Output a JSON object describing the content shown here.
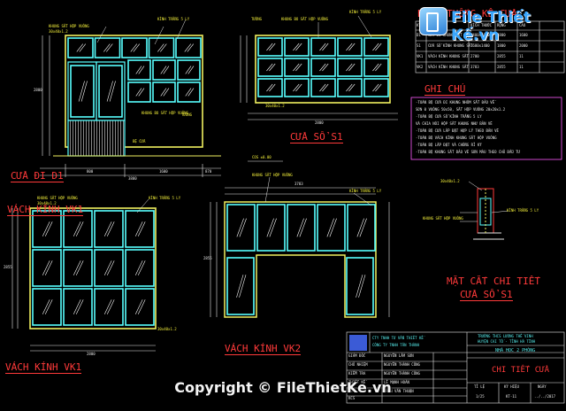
{
  "titles": {
    "door_d1": "CỬA ĐI D1",
    "window_s1": "CỬA SỔ S1",
    "partition_vk1": "VÁCH KÍNH VK1",
    "partition_vk2": "VÁCH KÍNH VK2",
    "section_detail_line1": "MẶT CẮT CHI TIẾT",
    "section_detail_line2": "CỬA SỔ S1",
    "table_title": "BẢNG THỐNG KÊ CỬA",
    "notes_title": "GHI CHÚ"
  },
  "labels": {
    "steel_frame": "KHUNG SẮT HỘP VUÔNG",
    "steel_box": "KHUNG BO SẮT HỘP VUÔNG",
    "glass_5ly": "KÍNH TRẮNG 5 LY",
    "wall": "TƯỜNG",
    "frame_size": "30x40x1.2",
    "sill": "BỆ CỬA"
  },
  "notes": [
    "-TOÀN BỘ CỬA ĐI KHUNG NHÔM SẮT ĐẢO VẾ",
    " SƠN 0 VUÔNG 50x50, SẮT HỘP VUÔNG 20x20x1.2",
    "-TOÀN BỘ CỬA SỔ KÍNH TRẮNG 5 LY",
    " VÀ CHIA NÓI HỘP SẮT KHUNG NHƯ BẢN VẼ",
    "-TOÀN BỘ CỬA LẮP ĐẶT HỢP LÝ THEO BẢN VẼ",
    "-TOÀN BỘ VÁCH KÍNH KHUNG SẮT HỘP VUÔNG",
    "-TOÀN BỘ LẮP ĐẶT VÀ CHỐNG RỈ KỸ",
    "-TOÀN BỘ KHUNG SẮT ĐẢO VẼ SƠN MÀU THEO CHỦ ĐẦU TƯ"
  ],
  "stat_table": {
    "headers": [
      "KÝ HIỆU",
      "LOẠI CỬA",
      "KÍCH THƯỚC",
      "RỘNG",
      "CAO"
    ],
    "rows": [
      [
        "D1",
        "CỬA ĐI KHUNG SẮT KÍNH",
        "1400x1800",
        "2800",
        "1600"
      ],
      [
        "S1",
        "CỬA SỔ KÍNH KHUNG SẮT",
        "1600x1400",
        "1800",
        "2000"
      ],
      [
        "VK1",
        "VÁCH KÍNH KHUNG SẮT",
        "2700",
        "2855",
        "11"
      ],
      [
        "VK2",
        "VÁCH KÍNH KHUNG SẮT",
        "3783",
        "2855",
        "11"
      ]
    ]
  },
  "dimensions": {
    "d1_width": "3800",
    "d1_left": "800",
    "d1_mid": "1600",
    "d1_right": "870",
    "d1_height": "2800",
    "s1_width": "2800",
    "vk1_width": "2800",
    "vk1_height": "2855",
    "vk2_width": "3783",
    "vk2_height": "2855",
    "level": "COS ±0.00"
  },
  "title_block": {
    "company_1": "CTY TNHH TƯ VẤN THIẾT KẾ",
    "company_2": "CÔNG TY TNHH TÂN THÀNH",
    "project_1": "TRƯỜNG THCS LƯƠNG THẾ VINH",
    "project_2": "HUYỆN CAI TỐ - TỈNH HÀ TĨNH",
    "item": "NHÀ HỌC 2 PHÒNG",
    "drawing_title": "CHI TIẾT CỬA",
    "roles": [
      "GIÁM ĐỐC",
      "CHỦ NHIỆM",
      "KIỂM TRA",
      "THIẾT KẾ",
      "VẼ",
      "KCS"
    ],
    "names": [
      "NGUYỄN LÂM SƠN",
      "NGUYỄN THÀNH CÔNG",
      "NGUYỄN THÀNH CÔNG",
      "LÊ MẠNH HOÀN",
      "TRẦN VĂN THUẬN",
      ""
    ],
    "scale_label": "TỈ LỆ",
    "scale": "1/25",
    "sheet_label": "KÝ HIỆU",
    "sheet": "KT-11",
    "date_label": "NGÀY",
    "date": "../../2017"
  },
  "watermark": {
    "logo_text": "File Thiết Kế.vn",
    "copyright": "Copyright © FileThietKe.vn"
  },
  "colors": {
    "background": "#000000",
    "frame": "#58ffff",
    "steel": "#f0f060",
    "title": "#ff3a3a",
    "dimension": "#e8e8e8",
    "glass_hatch": "#ffffff"
  }
}
